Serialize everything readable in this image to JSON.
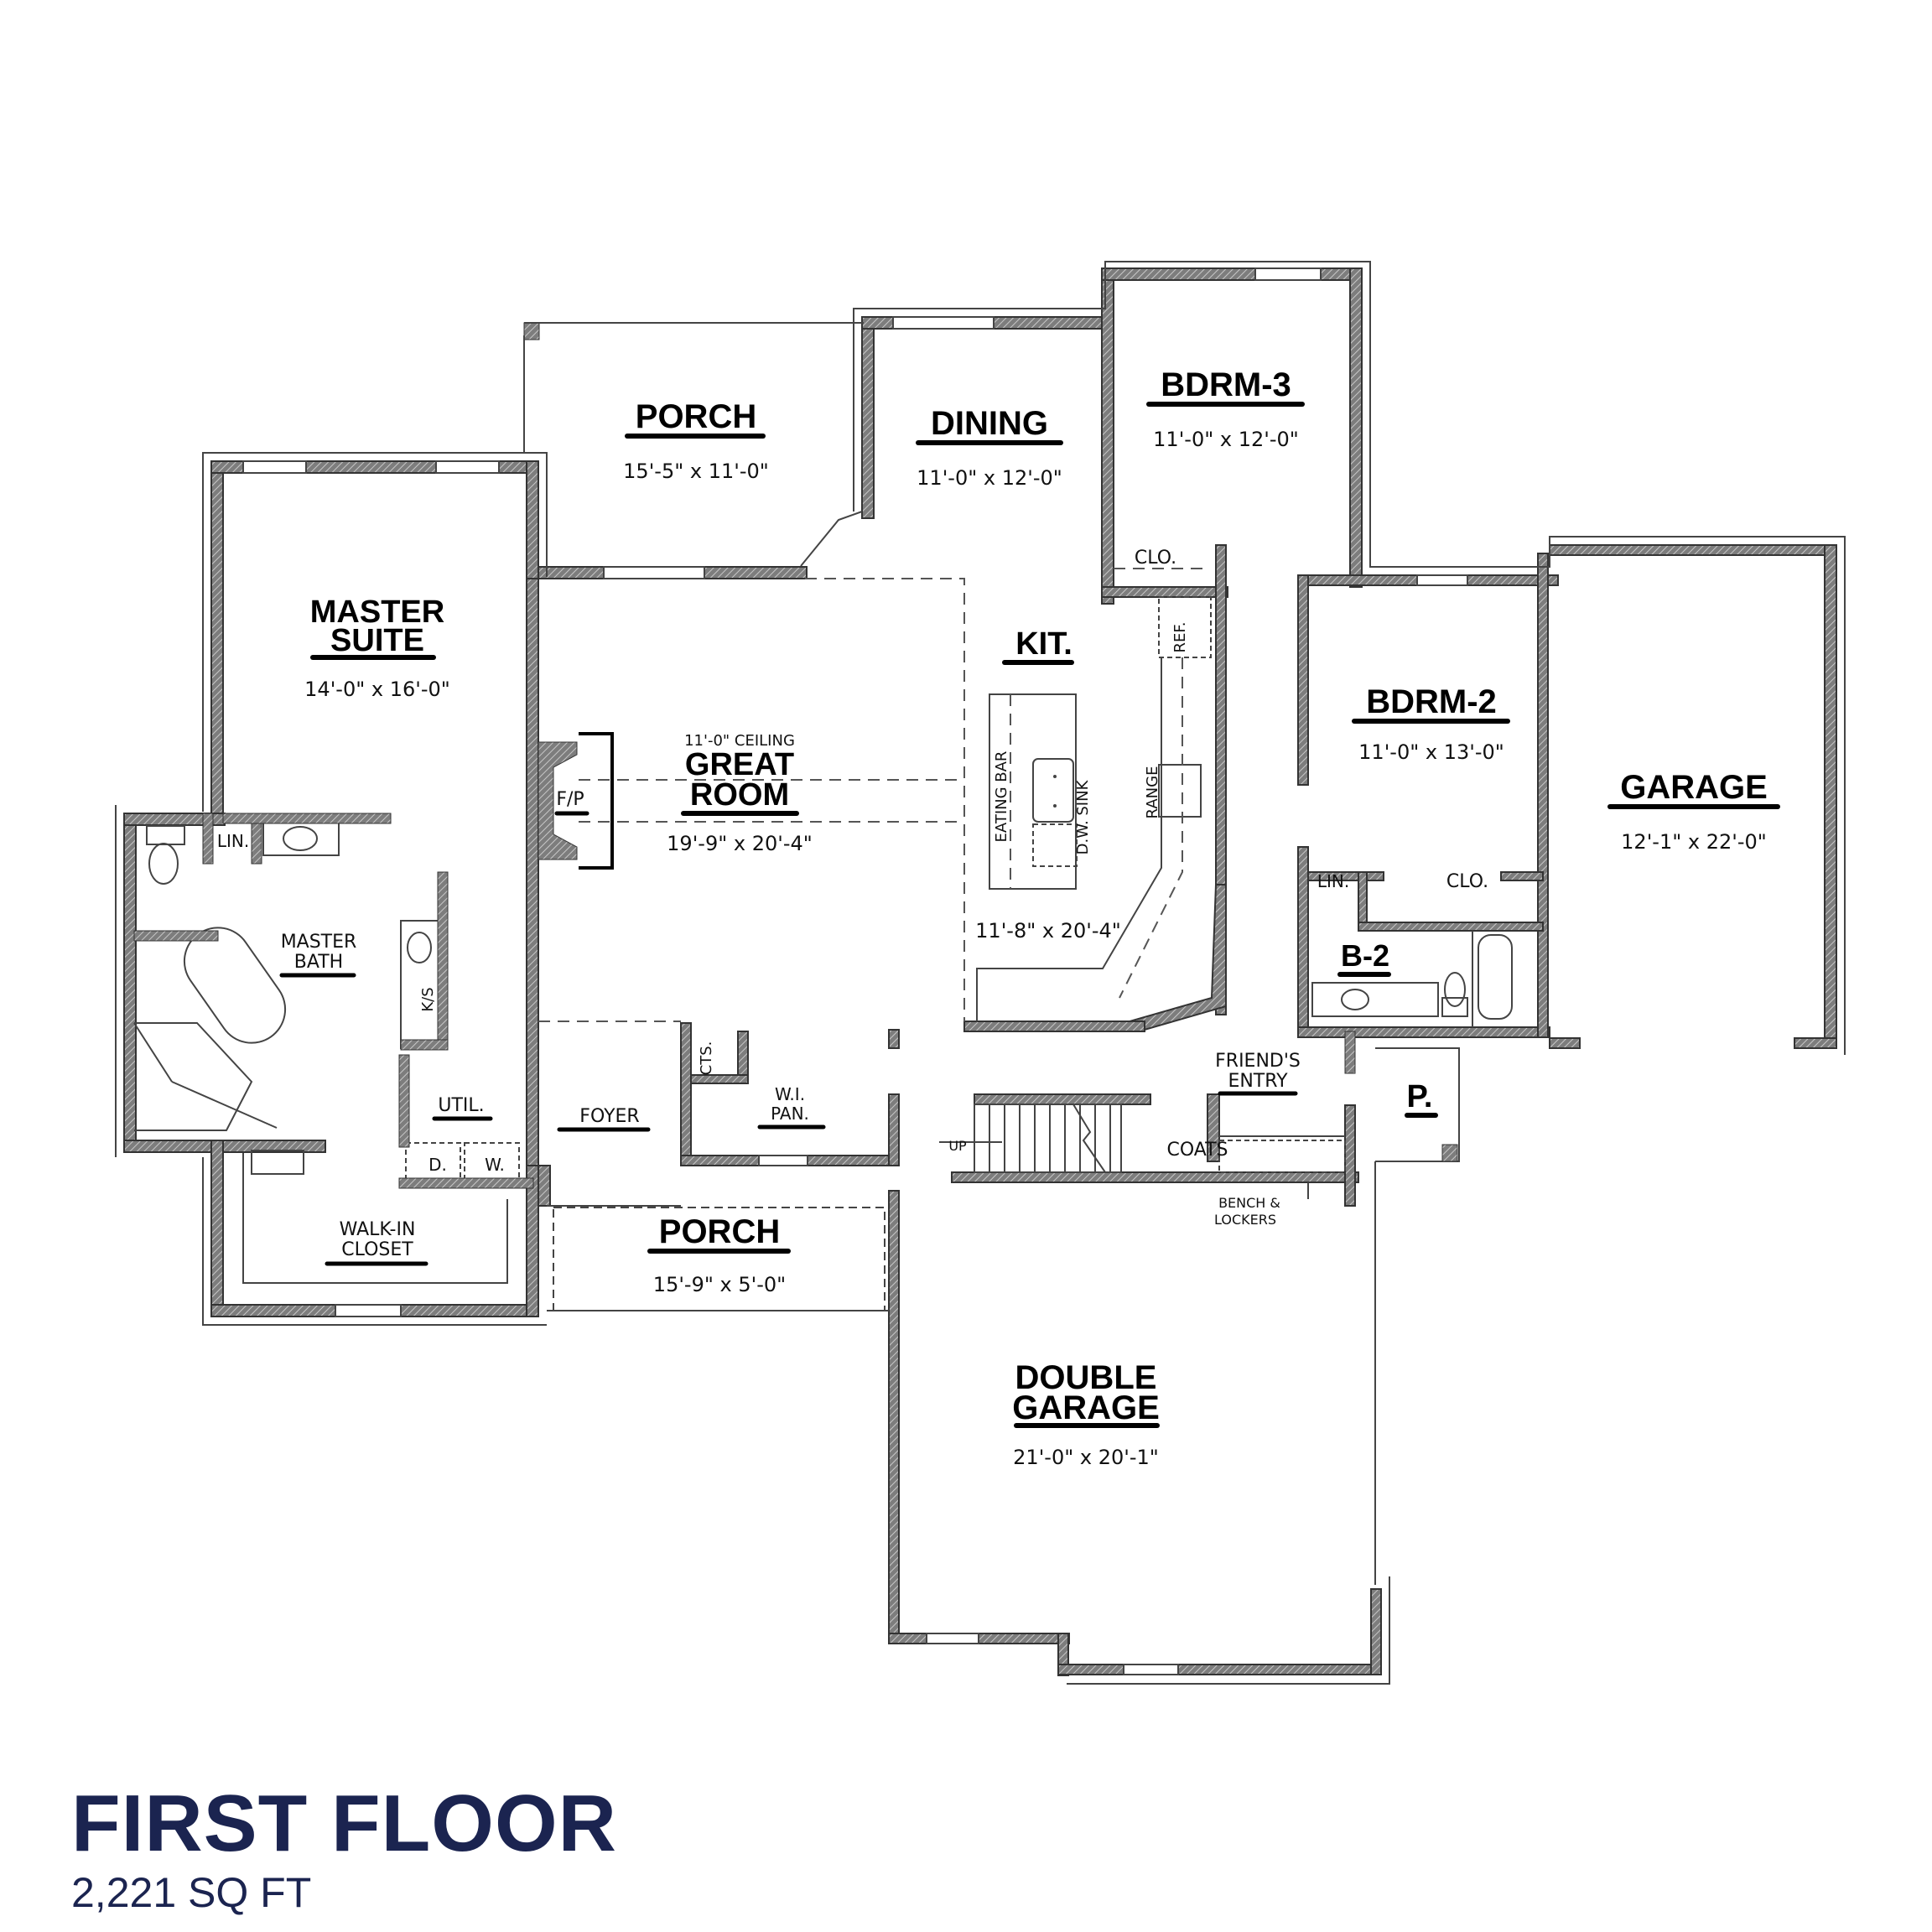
{
  "footer": {
    "title": "FIRST FLOOR",
    "square_footage": "2,221 SQ FT",
    "color": "#1b2450"
  },
  "rooms": {
    "porch_rear": {
      "name": "PORCH",
      "dims": "15'-5\" x 11'-0\""
    },
    "dining": {
      "name": "DINING",
      "dims": "11'-0\" x 12'-0\""
    },
    "bdrm3": {
      "name": "BDRM-3",
      "dims": "11'-0\" x 12'-0\"",
      "closet": "CLO."
    },
    "master_suite": {
      "name_line1": "MASTER",
      "name_line2": "SUITE",
      "dims": "14'-0\" x 16'-0\""
    },
    "great_room": {
      "ceiling": "11'-0\" CEILING",
      "name_line1": "GREAT",
      "name_line2": "ROOM",
      "dims": "19'-9\" x 20'-4\"",
      "fireplace": "F/P"
    },
    "kitchen": {
      "name": "KIT.",
      "dims": "11'-8\" x 20'-4\"",
      "eating_bar": "EATING BAR",
      "sink": "D.W. SINK",
      "range": "RANGE",
      "ref": "REF."
    },
    "bdrm2": {
      "name": "BDRM-2",
      "dims": "11'-0\" x 13'-0\"",
      "closet": "CLO.",
      "linen": "LIN."
    },
    "garage": {
      "name": "GARAGE",
      "dims": "12'-1\" x 22'-0\""
    },
    "master_bath": {
      "name_line1": "MASTER",
      "name_line2": "BATH",
      "linen": "LIN.",
      "ks": "K/S"
    },
    "utility": {
      "name": "UTIL.",
      "dryer": "D.",
      "washer": "W."
    },
    "foyer": {
      "name": "FOYER",
      "coats": "CTS."
    },
    "pantry": {
      "name_line1": "W.I.",
      "name_line2": "PAN."
    },
    "b2": {
      "name": "B-2"
    },
    "friends_entry": {
      "name_line1": "FRIEND'S",
      "name_line2": "ENTRY",
      "coats": "COATS",
      "bench_line1": "BENCH &",
      "bench_line2": "LOCKERS",
      "stairs": "UP"
    },
    "p_porch": {
      "name": "P."
    },
    "walk_in_closet": {
      "name_line1": "WALK-IN",
      "name_line2": "CLOSET"
    },
    "porch_front": {
      "name": "PORCH",
      "dims": "15'-9\" x 5'-0\""
    },
    "double_garage": {
      "name_line1": "DOUBLE",
      "name_line2": "GARAGE",
      "dims": "21'-0\" x 20'-1\""
    }
  }
}
